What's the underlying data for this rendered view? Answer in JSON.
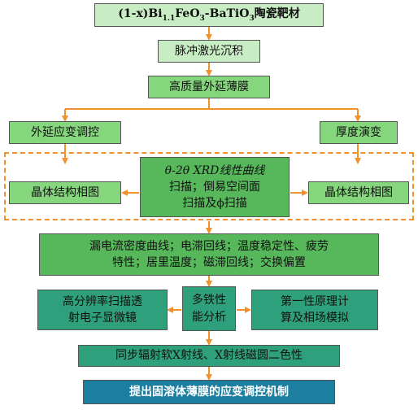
{
  "nodes": {
    "target": {
      "pre": "(1-x)Bi",
      "sub1": "1.1",
      "mid": "FeO",
      "sub2": "3",
      "mid2": "-BaTiO",
      "sub3": "3",
      "post": "陶瓷靶材"
    },
    "pld": "脉冲激光沉积",
    "film": "高质量外延薄膜",
    "strain": "外延应变调控",
    "thickness": "厚度演变",
    "phase_left": "晶体结构相图",
    "phase_right": "晶体结构相图",
    "xrd_line1": "θ-2θ XRD线性曲线",
    "xrd_line2": "扫描；倒易空间面",
    "xrd_line3": "扫描及ϕ扫描",
    "props_line1": "漏电流密度曲线；电滞回线；温度稳定性、疲劳",
    "props_line2": "特性；居里温度；磁滞回线；交换偏置",
    "tem_line1": "高分辨率扫描透",
    "tem_line2": "射电子显微镜",
    "multi_line1": "多铁性",
    "multi_line2": "能分析",
    "dft_line1": "第一性原理计",
    "dft_line2": "算及相场模拟",
    "xray": "同步辐射软X射线、X射线磁圆二色性",
    "mechanism": "提出固溶体薄膜的应变调控机制"
  },
  "colors": {
    "arrow": "#f0912e",
    "level1": "#c8ecc4",
    "level2": "#86d67e",
    "level3": "#56b85a",
    "level4": "#2fa07c",
    "level5": "#1d7fa0"
  }
}
